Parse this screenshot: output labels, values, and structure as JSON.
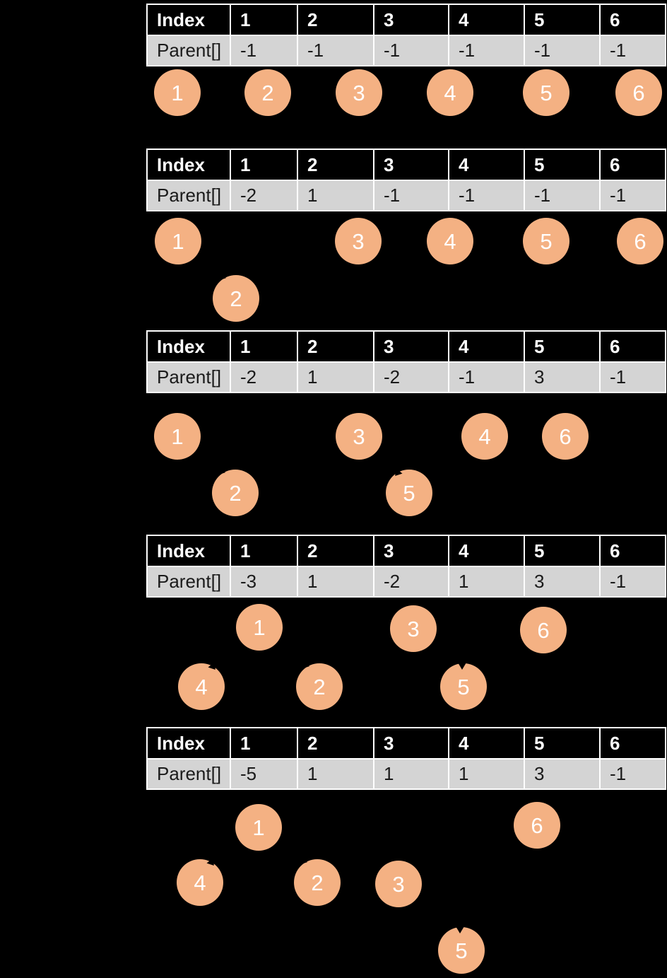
{
  "table": {
    "header_label": "Index",
    "row_label": "Parent[]",
    "columns": [
      "1",
      "2",
      "3",
      "4",
      "5",
      "6"
    ]
  },
  "colors": {
    "background": "#000000",
    "table_border": "#ffffff",
    "header_bg": "#000000",
    "header_text": "#ffffff",
    "parent_row_bg": "#d4d4d4",
    "parent_row_text": "#1b1b1b",
    "node_fill": "#f4b183",
    "node_text": "#ffffff"
  },
  "sections": [
    {
      "step": 1,
      "parents": [
        "-1",
        "-1",
        "-1",
        "-1",
        "-1",
        "-1"
      ],
      "nodes": [
        {
          "label": "1"
        },
        {
          "label": "2"
        },
        {
          "label": "3"
        },
        {
          "label": "4"
        },
        {
          "label": "5"
        },
        {
          "label": "6"
        }
      ]
    },
    {
      "step": 2,
      "parents": [
        "-2",
        "1",
        "-1",
        "-1",
        "-1",
        "-1"
      ],
      "nodes": [
        {
          "label": "1"
        },
        {
          "label": "3"
        },
        {
          "label": "4"
        },
        {
          "label": "5"
        },
        {
          "label": "6"
        },
        {
          "label": "2"
        }
      ]
    },
    {
      "step": 3,
      "parents": [
        "-2",
        "1",
        "-2",
        "-1",
        "3",
        "-1"
      ],
      "nodes": [
        {
          "label": "1"
        },
        {
          "label": "3"
        },
        {
          "label": "4"
        },
        {
          "label": "6"
        },
        {
          "label": "2"
        },
        {
          "label": "5"
        }
      ]
    },
    {
      "step": 4,
      "parents": [
        "-3",
        "1",
        "-2",
        "1",
        "3",
        "-1"
      ],
      "nodes": [
        {
          "label": "1"
        },
        {
          "label": "3"
        },
        {
          "label": "6"
        },
        {
          "label": "4"
        },
        {
          "label": "2"
        },
        {
          "label": "5"
        }
      ]
    },
    {
      "step": 5,
      "parents": [
        "-5",
        "1",
        "1",
        "1",
        "3",
        "-1"
      ],
      "nodes": [
        {
          "label": "1"
        },
        {
          "label": "6"
        },
        {
          "label": "4"
        },
        {
          "label": "2"
        },
        {
          "label": "3"
        },
        {
          "label": "5"
        }
      ]
    }
  ]
}
